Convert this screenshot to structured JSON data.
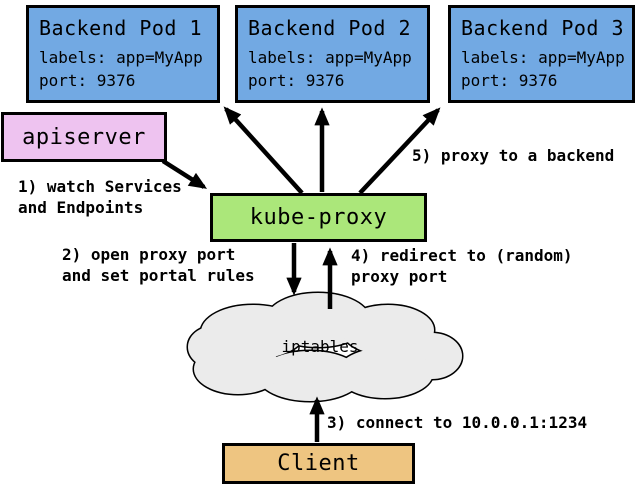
{
  "colors": {
    "ink": "#000000",
    "pod_fill": "#72a9e3",
    "apiserver_fill": "#eec3f0",
    "kubeproxy_fill": "#abe77a",
    "client_fill": "#eec581",
    "cloud_fill": "#ebebeb"
  },
  "pods": [
    {
      "title": "Backend Pod 1",
      "labels": "labels: app=MyApp",
      "port": "port: 9376"
    },
    {
      "title": "Backend Pod 2",
      "labels": "labels: app=MyApp",
      "port": "port: 9376"
    },
    {
      "title": "Backend Pod 3",
      "labels": "labels: app=MyApp",
      "port": "port: 9376"
    }
  ],
  "apiserver": {
    "label": "apiserver"
  },
  "kube_proxy": {
    "label": "kube-proxy"
  },
  "iptables": {
    "label": "iptables"
  },
  "client": {
    "label": "Client"
  },
  "steps": {
    "s1": "1) watch Services\nand Endpoints",
    "s2": "2) open proxy port\nand set portal rules",
    "s3": "3) connect to 10.0.0.1:1234",
    "s4": "4) redirect to (random)\nproxy port",
    "s5": "5) proxy to a backend"
  }
}
